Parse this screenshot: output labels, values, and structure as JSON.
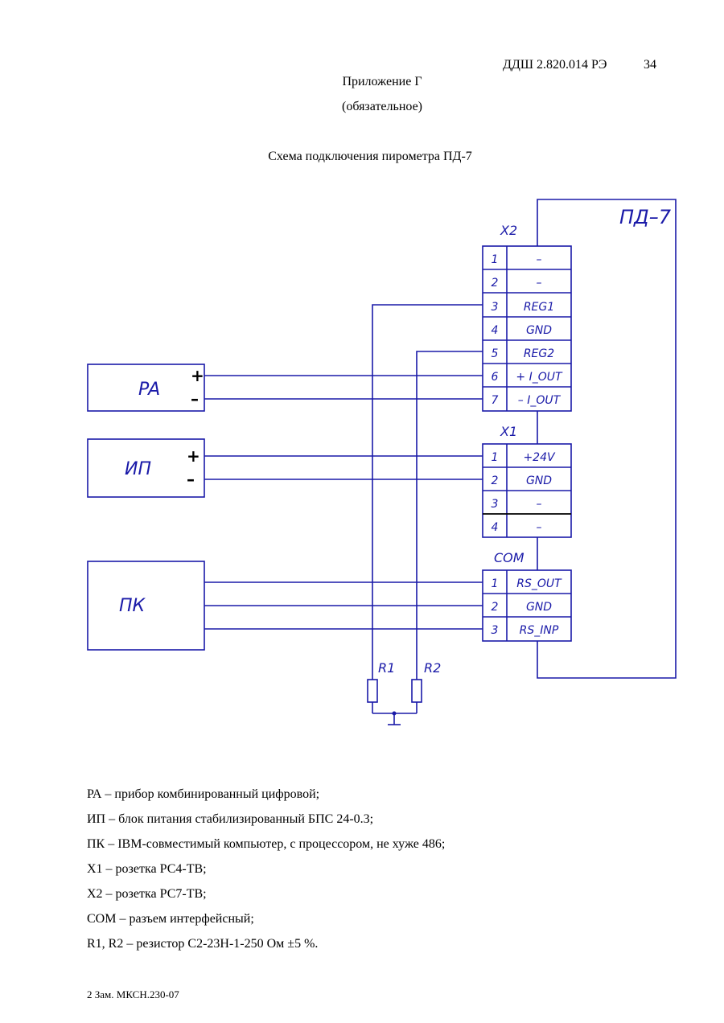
{
  "header": {
    "doc_code": "ДДШ 2.820.014 РЭ",
    "page_number": "34",
    "appendix": "Приложение Г",
    "appendix_note": "(обязательное)",
    "scheme_title": "Схема подключения пирометра ПД-7"
  },
  "diagram": {
    "device_label": "ПД–7",
    "x2": {
      "title": "X2",
      "pins": [
        {
          "num": "1",
          "signal": "–"
        },
        {
          "num": "2",
          "signal": "–"
        },
        {
          "num": "3",
          "signal": "REG1"
        },
        {
          "num": "4",
          "signal": "GND"
        },
        {
          "num": "5",
          "signal": "REG2"
        },
        {
          "num": "6",
          "signal": "+ I_OUT"
        },
        {
          "num": "7",
          "signal": "– I_OUT"
        }
      ]
    },
    "x1": {
      "title": "X1",
      "pins": [
        {
          "num": "1",
          "signal": "+24V"
        },
        {
          "num": "2",
          "signal": "GND"
        },
        {
          "num": "3",
          "signal": "–"
        },
        {
          "num": "4",
          "signal": "–"
        }
      ]
    },
    "com": {
      "title": "COM",
      "pins": [
        {
          "num": "1",
          "signal": "RS_OUT"
        },
        {
          "num": "2",
          "signal": "GND"
        },
        {
          "num": "3",
          "signal": "RS_INP"
        }
      ]
    },
    "pa": {
      "label": "PA",
      "plus": "+",
      "minus": "–"
    },
    "ip": {
      "label": "ИП",
      "plus": "+",
      "minus": "–"
    },
    "pk": {
      "label": "ПК"
    },
    "r1": "R1",
    "r2": "R2"
  },
  "legend": [
    "РА – прибор комбинированный цифровой;",
    "ИП – блок питания стабилизированный БПС 24-0.3;",
    "ПК – IBM-совместимый компьютер, с процессором, не хуже 486;",
    "X1 – розетка РС4-ТВ;",
    "X2 – розетка РС7-ТВ;",
    "COM – разъем интерфейсный;",
    "R1, R2 – резистор С2-23Н-1-250 Ом ±5 %."
  ],
  "footer": "2 Зам. МКСН.230-07",
  "colors": {
    "wire": "#1a1aa8"
  }
}
